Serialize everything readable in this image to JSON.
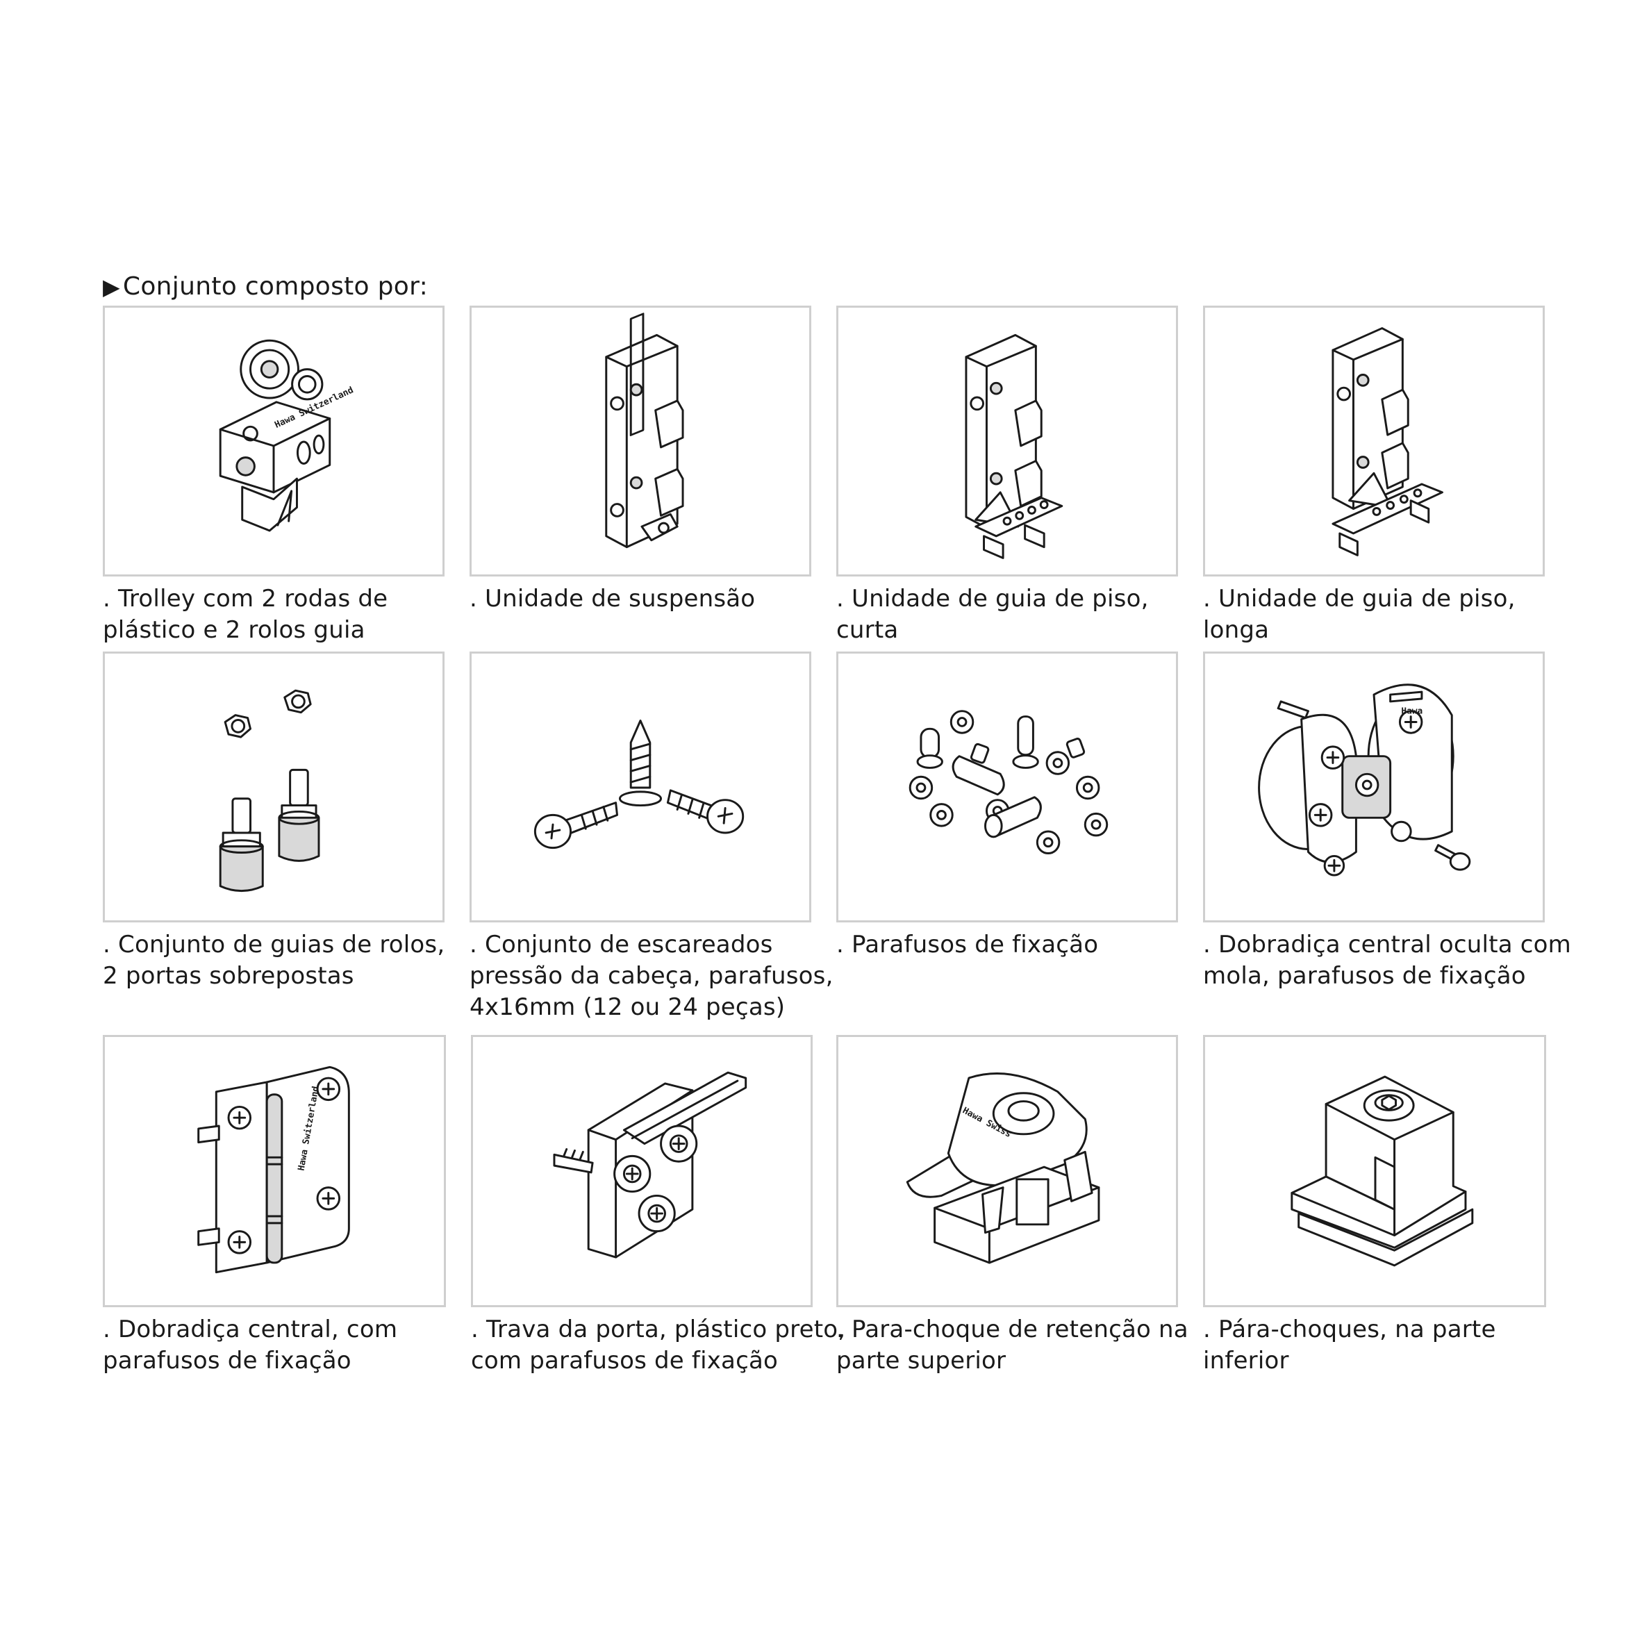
{
  "heading": {
    "marker": "▶",
    "text": "Conjunto composto por:"
  },
  "items": [
    {
      "caption": ". Trolley com 2 rodas de\nplástico e 2 rolos guia",
      "icon": "trolley-icon",
      "brand_text": "Hawa Switzerland"
    },
    {
      "caption": ". Unidade de suspensão",
      "icon": "suspension-unit-icon"
    },
    {
      "caption": ". Unidade de guia de piso,\ncurta",
      "icon": "floor-guide-short-icon"
    },
    {
      "caption": ". Unidade de guia de piso,\nlonga",
      "icon": "floor-guide-long-icon"
    },
    {
      "caption": ". Conjunto de guias de rolos,\n2 portas sobrepostas",
      "icon": "roller-guide-set-icon"
    },
    {
      "caption": ". Conjunto de escareados\npressão da cabeça, parafusos,\n4x16mm (12 ou 24 peças)",
      "icon": "countersunk-screws-icon"
    },
    {
      "caption": ". Parafusos de fixação",
      "icon": "fixing-screws-icon"
    },
    {
      "caption": ". Dobradiça central oculta com\nmola, parafusos de fixação",
      "icon": "concealed-hinge-icon",
      "brand_text": "Hawa"
    },
    {
      "caption": ". Dobradiça central, com\nparafusos de fixação",
      "icon": "center-hinge-icon",
      "brand_text": "Hawa Switzerland"
    },
    {
      "caption": ". Trava da porta, plástico preto,\ncom parafusos de fixação",
      "icon": "door-lock-icon"
    },
    {
      "caption": ". Para-choque de retenção na\nparte superior",
      "icon": "top-retention-bumper-icon",
      "brand_text": "Hawa Swiss"
    },
    {
      "caption": ". Pára-choques, na parte\ninferior",
      "icon": "bottom-bumper-icon"
    }
  ]
}
